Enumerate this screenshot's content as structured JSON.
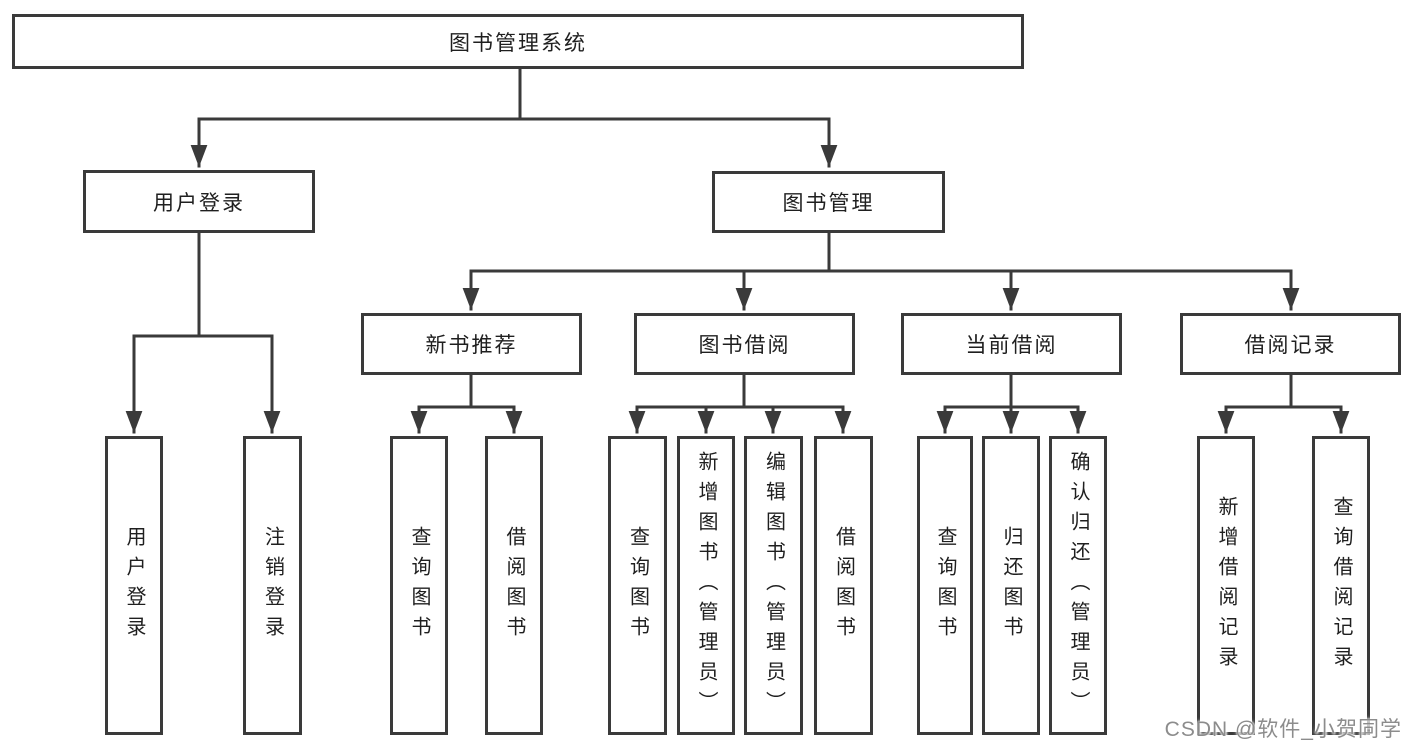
{
  "colors": {
    "background": "#ffffff",
    "line": "#3a3a3a",
    "box_border": "#3a3a3a",
    "text": "#1f1f1f",
    "watermark": "#8c8c8c"
  },
  "tree": {
    "root": "图书管理系统",
    "branches": [
      {
        "label": "用户登录",
        "children": [
          "用户登录",
          "注销登录"
        ]
      },
      {
        "label": "图书管理",
        "children": [
          {
            "label": "新书推荐",
            "children": [
              "查询图书",
              "借阅图书"
            ]
          },
          {
            "label": "图书借阅",
            "children": [
              "查询图书",
              "新增图书（管理员）",
              "编辑图书（管理员）",
              "借阅图书"
            ]
          },
          {
            "label": "当前借阅",
            "children": [
              "查询图书",
              "归还图书",
              "确认归还（管理员）"
            ]
          },
          {
            "label": "借阅记录",
            "children": [
              "新增借阅记录",
              "查询借阅记录"
            ]
          }
        ]
      }
    ]
  },
  "watermark": "CSDN @软件_小贺同学"
}
